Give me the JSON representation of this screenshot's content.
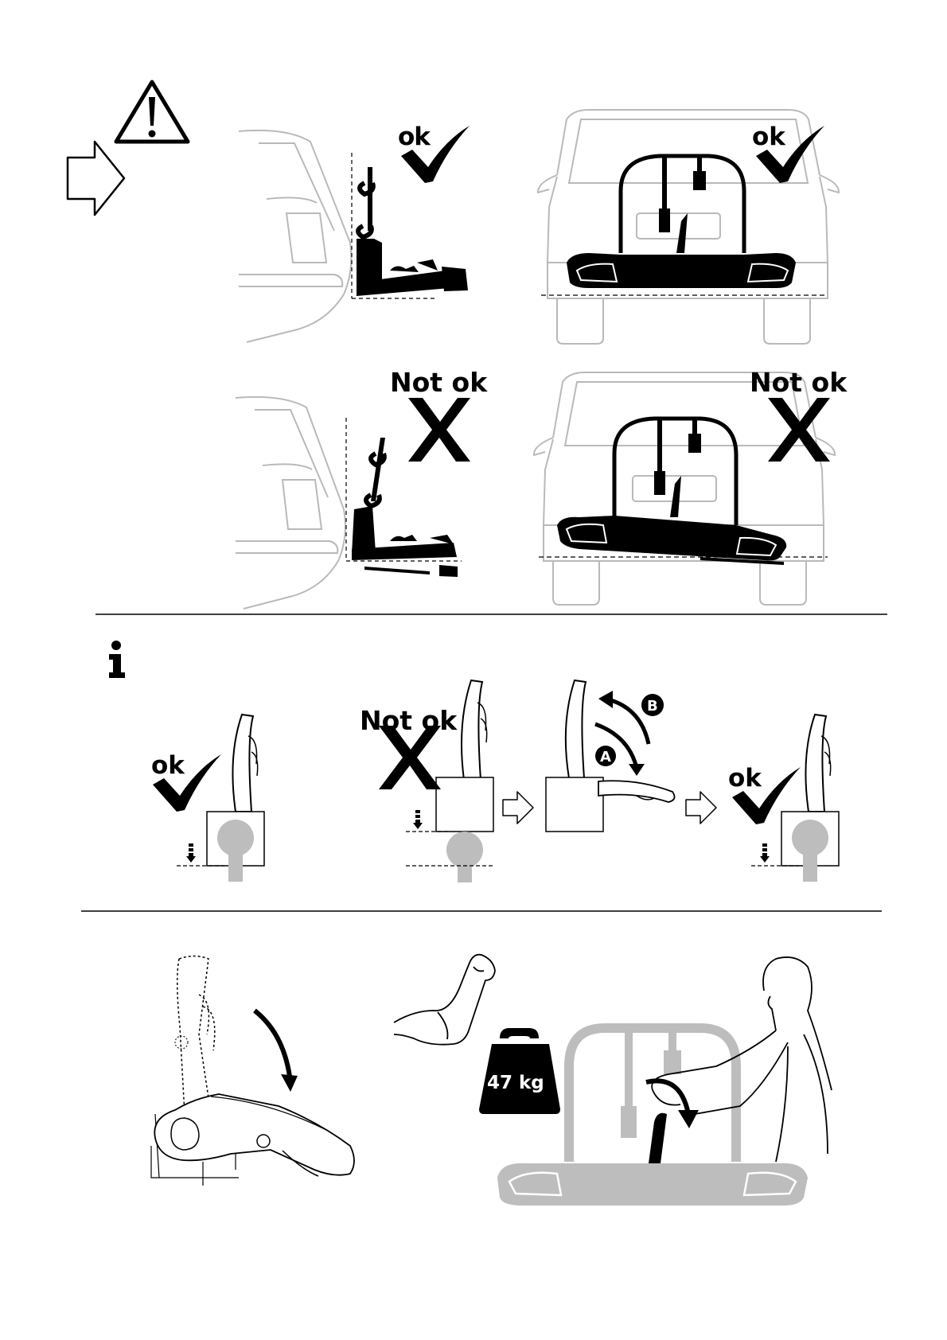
{
  "section1": {
    "rows": [
      {
        "side_label": "ok",
        "rear_label": "ok"
      },
      {
        "side_label": "Not ok",
        "rear_label": "Not ok"
      }
    ]
  },
  "section2": {
    "left_label": "ok",
    "middle_label": "Not ok",
    "right_label": "ok",
    "badge_a": "A",
    "badge_b": "B"
  },
  "section3": {
    "weight_label": "47 kg"
  },
  "icons": {
    "warning": "warning-triangle-icon",
    "arrow": "arrow-right-outline-icon",
    "info": "info-icon",
    "check": "checkmark-icon",
    "cross": "cross-icon"
  },
  "colors": {
    "ink": "#000000",
    "car_outline": "#b9b9b9",
    "grey_part": "#bdbdbd"
  }
}
